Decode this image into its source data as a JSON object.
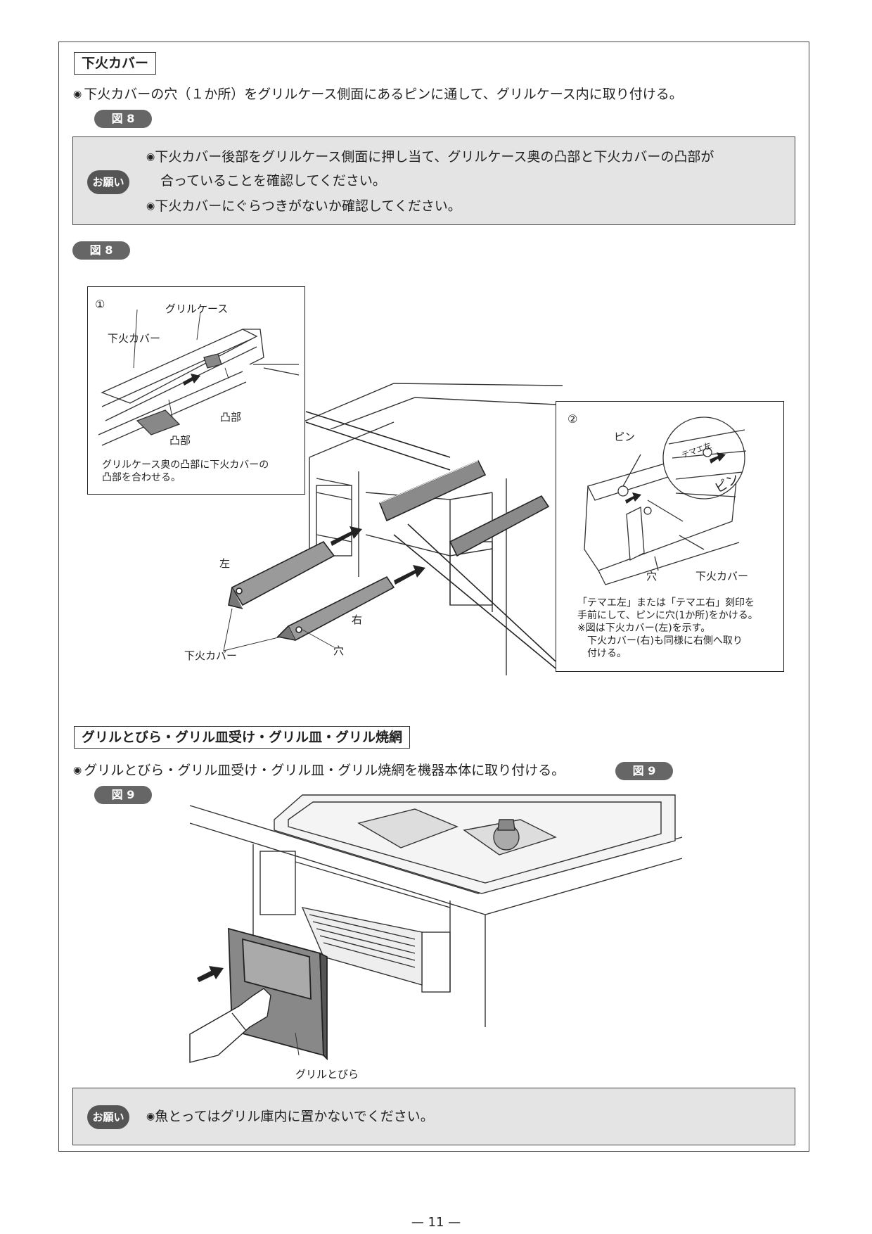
{
  "section1": {
    "title": "下火カバー",
    "instruction": "下火カバーの穴（１か所）をグリルケース側面にあるピンに通して、グリルケース内に取り付ける。",
    "ref_badge": "図 8",
    "note": {
      "badge": "お願い",
      "line1": "下火カバー後部をグリルケース側面に押し当て、グリルケース奥の凸部と下火カバーの凸部が",
      "line1b": "合っていることを確認してください。",
      "line2": "下火カバーにぐらつきがないか確認してください。"
    }
  },
  "figure8": {
    "badge": "図 8",
    "inset1": {
      "num": "①",
      "label_case": "グリルケース",
      "label_cover": "下火カバー",
      "label_bump1": "凸部",
      "label_bump2": "凸部",
      "caption1": "グリルケース奥の凸部に下火カバーの",
      "caption2": "凸部を合わせる。"
    },
    "main": {
      "label_left": "左",
      "label_right": "右",
      "label_cover": "下火カバー",
      "label_hole": "穴"
    },
    "inset2": {
      "num": "②",
      "label_pin": "ピン",
      "label_pin_zoom": "ピン",
      "label_temae": "テマエ左",
      "label_hole": "穴",
      "label_cover": "下火カバー",
      "caption1": "「テマエ左」または「テマエ右」刻印を",
      "caption2": "手前にして、ピンに穴(1か所)をかける。",
      "caption3": "※図は下火カバー(左)を示す。",
      "caption4": "下火カバー(右)も同様に右側へ取り",
      "caption5": "付ける。"
    }
  },
  "section2": {
    "title": "グリルとびら・グリル皿受け・グリル皿・グリル焼網",
    "instruction": "グリルとびら・グリル皿受け・グリル皿・グリル焼網を機器本体に取り付ける。",
    "inline_badge": "図 9",
    "fig_badge": "図 9",
    "fig_label_door": "グリルとびら",
    "note": {
      "badge": "お願い",
      "line1": "魚とってはグリル庫内に置かないでください。"
    }
  },
  "bullet_mark": "◉",
  "page_number": "— 11 —"
}
